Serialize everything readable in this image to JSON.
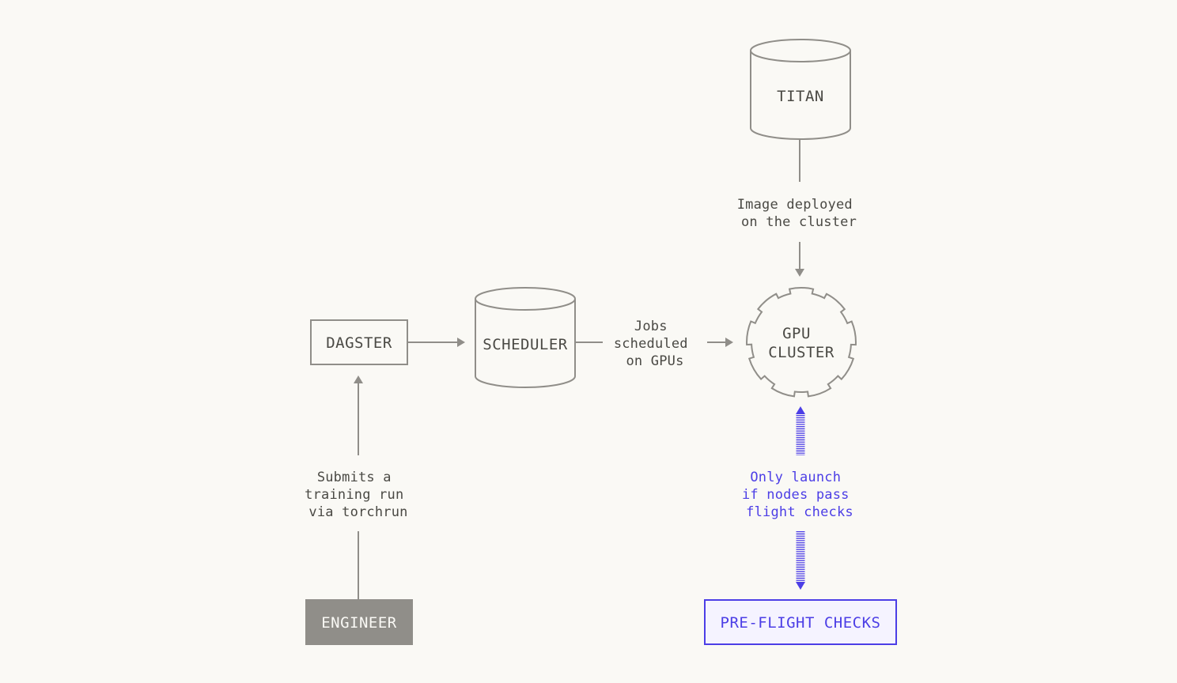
{
  "colors": {
    "background": "#faf9f5",
    "line": "#908e89",
    "text": "#4a4944",
    "accent": "#4c3ee6",
    "accent_fill": "#f5f3ff",
    "engineer_fill": "#908e89",
    "engineer_text": "#faf9f5"
  },
  "nodes": {
    "titan": "TITAN",
    "dagster": "DAGSTER",
    "scheduler": "SCHEDULER",
    "gpu_cluster": [
      "GPU",
      "CLUSTER"
    ],
    "engineer": "ENGINEER",
    "preflight": "PRE-FLIGHT CHECKS"
  },
  "edges": {
    "image_deployed": [
      "Image deployed",
      "on the cluster"
    ],
    "jobs_scheduled": [
      "Jobs",
      "scheduled",
      "on GPUs"
    ],
    "submits": [
      "Submits a",
      "training run",
      "via torchrun"
    ],
    "only_launch": [
      "Only launch",
      "if nodes pass",
      "flight checks"
    ]
  }
}
